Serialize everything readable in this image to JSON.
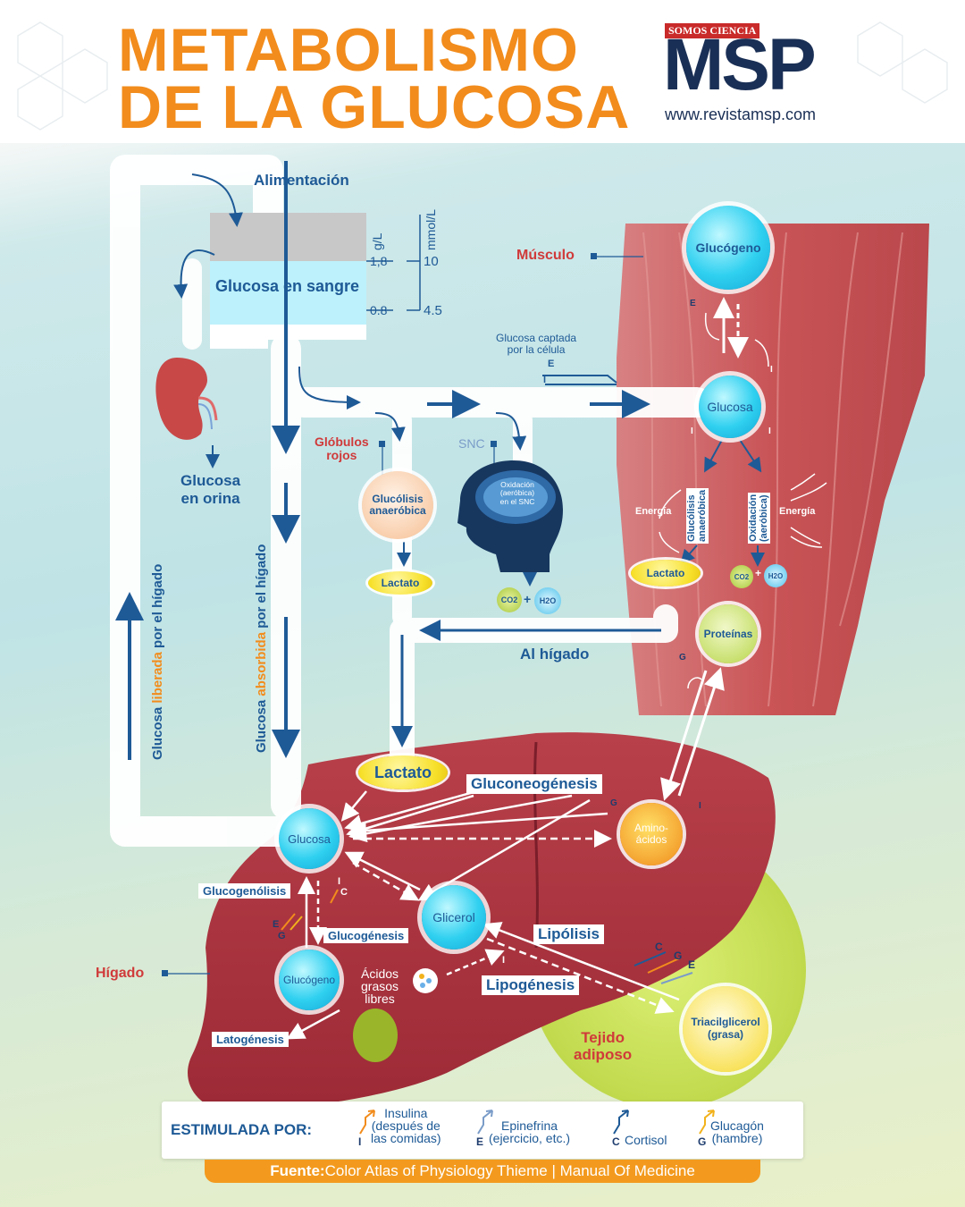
{
  "header": {
    "title_line1": "METABOLISMO",
    "title_line2": "DE LA GLUCOSA",
    "brand_tag": "SOMOS CIENCIA",
    "brand_logo": "MSP",
    "brand_url": "www.revistamsp.com"
  },
  "blood": {
    "feeding": "Alimentación",
    "reservoir": "Glucosa en sangre",
    "unit_gl": "g/L",
    "unit_mmol": "mmol/L",
    "high_gl": "1,8",
    "low_gl": "0.8",
    "high_mmol": "10",
    "low_mmol": "4.5"
  },
  "kidney": {
    "urine_line1": "Glucosa",
    "urine_line2": "en orina"
  },
  "tubes": {
    "released_prefix": "Glucosa ",
    "released_highlight": "liberada",
    "released_suffix": " por el hígado",
    "absorbed_prefix": "Glucosa ",
    "absorbed_highlight": "absorbida",
    "absorbed_suffix": " por el hígado",
    "to_liver": "Al hígado"
  },
  "rbc": {
    "label_line1": "Glóbulos",
    "label_line2": "rojos",
    "glycolysis_line1": "Glucólisis",
    "glycolysis_line2": "anaeróbica",
    "lactate": "Lactato"
  },
  "cns": {
    "label": "SNC",
    "oxidation_line1": "Oxidación",
    "oxidation_line2": "(aeróbica)",
    "oxidation_line3": "en el SNC",
    "co2": "CO2",
    "h2o": "H2O"
  },
  "muscle": {
    "label": "Músculo",
    "uptake_line1": "Glucosa captada",
    "uptake_line2": "por la célula",
    "glycogen": "Glucógeno",
    "glucose": "Glucosa",
    "glycolysis_line1": "Glucólisis",
    "glycolysis_line2": "anaeróbica",
    "oxidation_line1": "Oxidación",
    "oxidation_line2": "(aeróbica)",
    "energy_left": "Energía",
    "energy_right": "Energía",
    "lactate": "Lactato",
    "co2": "CO2",
    "h2o": "H2O",
    "proteins": "Proteínas"
  },
  "liver": {
    "label": "Hígado",
    "lactate": "Lactato",
    "gluconeogenesis": "Gluconeogénesis",
    "glucose": "Glucosa",
    "amino_line1": "Amino-",
    "amino_line2": "ácidos",
    "glycogenolysis": "Glucogenólisis",
    "glycogenesis": "Glucogénesis",
    "glycogen": "Glucógeno",
    "glycerol": "Glicerol",
    "ffa_line1": "Ácidos",
    "ffa_line2": "grasos",
    "ffa_line3": "libres",
    "lipolysis": "Lipólisis",
    "lipogenesis": "Lipogénesis",
    "lactogenesis": "Latogénesis"
  },
  "adipose": {
    "label_line1": "Tejido",
    "label_line2": "adiposo",
    "tag_line1": "Triacilglicerol",
    "tag_line2": "(grasa)"
  },
  "letters": {
    "E": "E",
    "I": "I",
    "G": "G",
    "C": "C"
  },
  "legend": {
    "title": "ESTIMULADA POR:",
    "items": [
      {
        "letter": "I",
        "line1": "Insulina",
        "line2": "(después de",
        "line3": "las comidas)",
        "color": "#f28c1c"
      },
      {
        "letter": "E",
        "line1": "Epinefrina",
        "line2": "(ejercicio, etc.)",
        "color": "#7a9cc8"
      },
      {
        "letter": "C",
        "line1": "Cortisol",
        "color": "#1e5a96"
      },
      {
        "letter": "G",
        "line1": "Glucagón",
        "line2": "(hambre)",
        "color": "#f2b21c"
      }
    ]
  },
  "source": {
    "label": "Fuente:",
    "text": " Color Atlas of Physiology Thieme | Manual Of Medicine"
  },
  "colors": {
    "accent_orange": "#f28c1c",
    "text_blue": "#1e5a96",
    "red_label": "#d03a3a",
    "cyan_node": "#2fd0f0",
    "yellow_node": "#f7e02a",
    "liver": "#b5303e",
    "muscle": "#c9474a",
    "adipose": "#c9e05a"
  }
}
